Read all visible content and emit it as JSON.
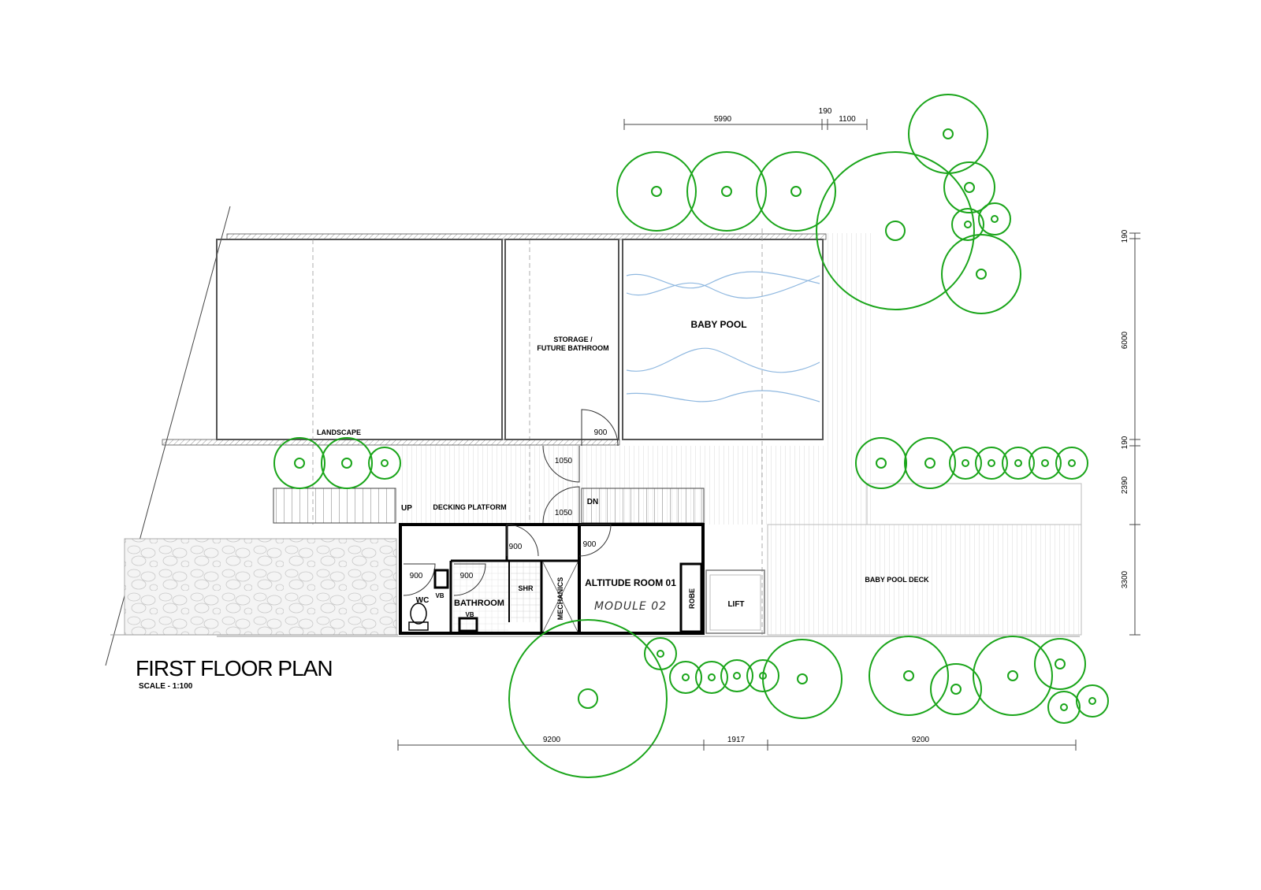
{
  "title": "FIRST FLOOR PLAN",
  "scale": "SCALE - 1:100",
  "rooms": {
    "baby_pool": "BABY POOL",
    "storage_line1": "STORAGE /",
    "storage_line2": "FUTURE BATHROOM",
    "landscape": "LANDSCAPE",
    "decking_platform": "DECKING PLATFORM",
    "up": "UP",
    "dn": "DN",
    "altitude_room": "ALTITUDE ROOM 01",
    "module": "MODULE  02",
    "robe": "ROBE",
    "lift": "LIFT",
    "mechanics": "MECHANICS",
    "shr": "SHR",
    "bathroom": "BATHROOM",
    "vb1": "VB",
    "vb2": "VB",
    "wc": "WC",
    "baby_pool_deck": "BABY POOL DECK"
  },
  "doors": {
    "d1": "900",
    "d2": "1050",
    "d3": "1050",
    "d4": "900",
    "d5": "900",
    "d6": "900",
    "d7": "900"
  },
  "dimensions": {
    "top_a": "5990",
    "top_b": "190",
    "top_c": "1100",
    "right_a": "190",
    "right_b": "6000",
    "right_c": "190",
    "right_d": "2390",
    "right_e": "3300",
    "bottom_a": "9200",
    "bottom_b": "1917",
    "bottom_c": "9200"
  },
  "colors": {
    "tree": "#1aa51a",
    "water": "#8fb8e0",
    "wall": "#000000",
    "deck_line": "#cccccc",
    "stone": "#e6e6e6"
  }
}
